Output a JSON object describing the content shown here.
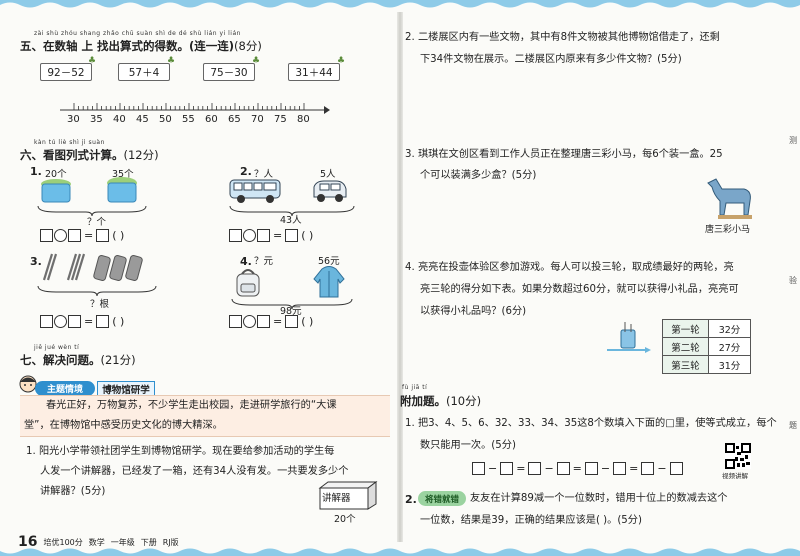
{
  "page_number": "16",
  "footer": {
    "series": "培优100分",
    "subject": "数学",
    "grade": "一年级",
    "term": "下册",
    "edition": "RJ版"
  },
  "side_tabs": [
    "测",
    "验",
    "题"
  ],
  "sec5": {
    "pinyin": "zài shù zhóu shang zhǎo chū suàn shì de dé shù      lián yi lián",
    "title": "五、在数轴 上 找出算式的得数。(连一连)",
    "score": "(8分)",
    "expressions": [
      "92－52",
      "57＋4",
      "75－30",
      "31＋44"
    ],
    "ticks": [
      "30",
      "35",
      "40",
      "45",
      "50",
      "55",
      "60",
      "65",
      "70",
      "75",
      "80"
    ]
  },
  "sec6": {
    "pinyin": "kàn tú liè shì jì suàn",
    "title": "六、看图列式计算。",
    "score": "(12分)",
    "problems": [
      {
        "num": "1.",
        "labels": [
          "20个",
          "35个"
        ],
        "total": "？个",
        "item": "pots"
      },
      {
        "num": "2.",
        "labels": [
          "？人",
          "5人"
        ],
        "total": "43人",
        "item": "vehicles"
      },
      {
        "num": "3.",
        "labels": [],
        "total": "？根",
        "item": "sticks"
      },
      {
        "num": "4.",
        "labels": [
          "？元",
          "56元"
        ],
        "total": "98元",
        "item": "bags"
      }
    ],
    "paren": "(      )"
  },
  "sec7": {
    "pinyin": "jiě jué wèn tí",
    "title": "七、解决问题。",
    "score": "(21分)",
    "theme_badge": "主题情境",
    "theme_title": "博物馆研学",
    "story_line1": "春光正好，万物复苏，不少学生走出校园，走进研学旅行的“大课",
    "story_line2": "堂”，在博物馆中感受历史文化的博大精深。",
    "q1_lines": [
      "1. 阳光小学带领社团学生到博物馆研学。现在要给参加活动的学生每",
      "人发一个讲解器，已经发了一箱，还有34人没有发。一共要发多少个",
      "讲解器？(5分)"
    ],
    "box_label": "讲解器",
    "box_count": "20个"
  },
  "right": {
    "q2_lines": [
      "2. 二楼展区内有一些文物，其中有8件文物被其他博物馆借走了，还剩",
      "下34件文物在展示。二楼展区内原来有多少件文物？(5分)"
    ],
    "q3_lines": [
      "3. 琪琪在文创区看到工作人员正在整理唐三彩小马，每6个装一盒。25",
      "个可以装满多少盒？(5分)"
    ],
    "horse_caption": "唐三彩小马",
    "q4_lines": [
      "4. 亮亮在投壶体验区参加游戏。每人可以投三轮，取成绩最好的两轮，亮",
      "亮三轮的得分如下表。如果分数超过60分，就可以获得小礼品，亮亮可",
      "以获得小礼品吗？(6分)"
    ],
    "score_table": [
      {
        "round": "第一轮",
        "score": "32分"
      },
      {
        "round": "第二轮",
        "score": "27分"
      },
      {
        "round": "第三轮",
        "score": "31分"
      }
    ],
    "bonus_pinyin": "fù jiā tí",
    "bonus_title": "附加题。",
    "bonus_score": "(10分)",
    "b1_lines": [
      "1. 把3、4、5、6、32、33、34、35这8个数填入下面的□里，使等式成立，每个",
      "数只能用一次。(5分)"
    ],
    "qr_caption": "视频讲解",
    "mistake_badge": "将错就错",
    "b2_line1": "友友在计算89减一个一位数时，错用十位上的数减去这个",
    "b2_line2": "一位数，结果是39，正确的结果应该是(        )。(5分)",
    "b2_num": "2."
  }
}
